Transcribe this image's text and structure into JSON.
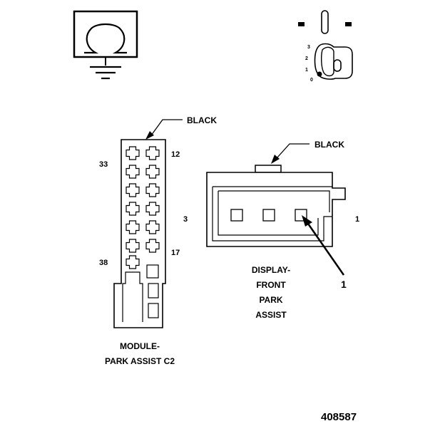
{
  "labels": {
    "ground_symbol_name": "Ω",
    "module_color": "BLACK",
    "module_pin_33": "33",
    "module_pin_12": "12",
    "module_pin_38": "38",
    "module_pin_17": "17",
    "module_name_line1": "MODULE-",
    "module_name_line2": "PARK ASSIST C2",
    "display_color": "BLACK",
    "display_pin_3": "3",
    "display_pin_1": "1",
    "display_name_line1": "DISPLAY-",
    "display_name_line2": "FRONT",
    "display_name_line3": "PARK",
    "display_name_line4": "ASSIST",
    "callout_1": "1",
    "key_pos_3": "3",
    "key_pos_2": "2",
    "key_pos_1": "1",
    "key_pos_0": "0",
    "figure_number": "408587"
  },
  "icons": {
    "ground_icon": "ground-symbol-icon",
    "ignition_icon": "ignition-key-icon"
  }
}
